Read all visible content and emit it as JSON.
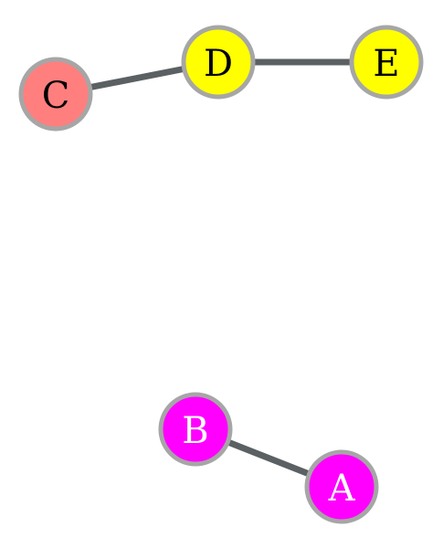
{
  "graph": {
    "nodes": [
      {
        "id": "A",
        "label": "A",
        "fill": "#ff00ff",
        "text_color": "#ffffff"
      },
      {
        "id": "B",
        "label": "B",
        "fill": "#ff00ff",
        "text_color": "#ffffff"
      },
      {
        "id": "C",
        "label": "C",
        "fill": "#ff7f7f",
        "text_color": "#000000"
      },
      {
        "id": "D",
        "label": "D",
        "fill": "#ffff00",
        "text_color": "#000000"
      },
      {
        "id": "E",
        "label": "E",
        "fill": "#ffff00",
        "text_color": "#000000"
      }
    ],
    "edges": [
      {
        "source": "C",
        "target": "D"
      },
      {
        "source": "D",
        "target": "E"
      },
      {
        "source": "B",
        "target": "A"
      }
    ],
    "colors": {
      "edge": "#5b6063",
      "node_border": "#a6a6a6",
      "background": "#ffffff"
    }
  }
}
